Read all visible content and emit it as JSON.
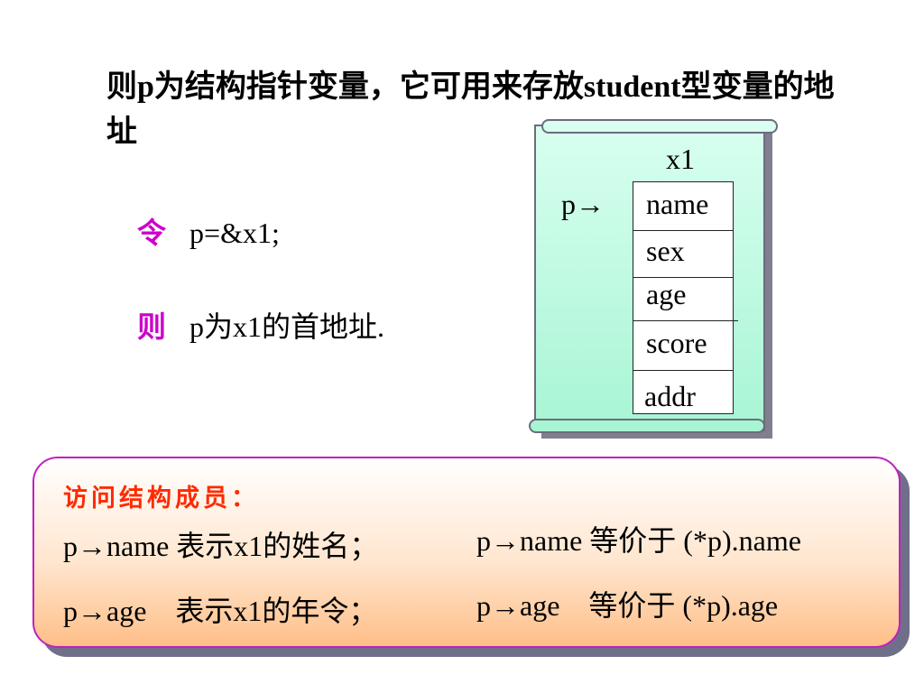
{
  "title": "则p为结构指针变量，它可用来存放student型变量的地址",
  "statement1": {
    "keyword": "令",
    "text": "p=&x1;"
  },
  "statement2": {
    "keyword": "则",
    "text": "p为x1的首地址."
  },
  "diagram": {
    "variable": "x1",
    "pointer": "p→",
    "fields": [
      "name",
      "sex",
      "age",
      "score",
      "addr"
    ]
  },
  "access": {
    "heading": "访问结构成员：",
    "rows": [
      {
        "left": "p→name 表示x1的姓名；",
        "right": "p→name 等价于 (*p).name"
      },
      {
        "left": "p→age    表示x1的年令；",
        "right": "p→age    等价于 (*p).age"
      }
    ]
  },
  "colors": {
    "keyword": "#cc00cc",
    "heading": "#ff2a00",
    "scroll": "#a8f5d4",
    "box_border": "#c020c0"
  }
}
